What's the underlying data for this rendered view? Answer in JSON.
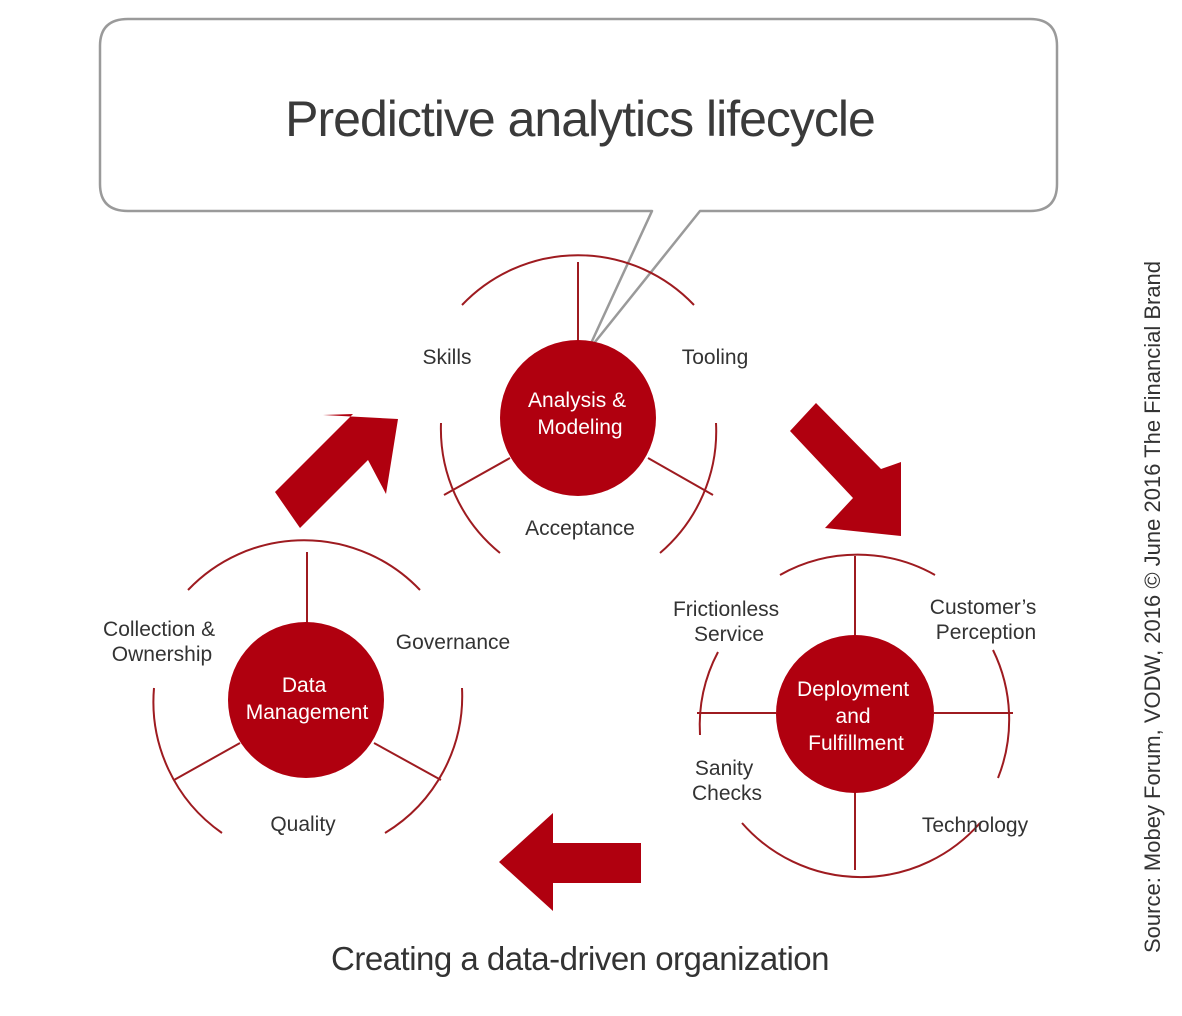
{
  "title": "Predictive analytics lifecycle",
  "subtitle": "Creating a data-driven organization",
  "source": "Source: Mobey Forum, VODW, 2016 © June 2016 The Financial Brand",
  "colors": {
    "accent": "#b0000f",
    "arc": "#9e1b20",
    "text": "#333333",
    "bubble_border": "#999999"
  },
  "stages": {
    "analysis": {
      "label_lines": [
        "Analysis &",
        "Modeling"
      ],
      "items": {
        "skills": [
          "Skills"
        ],
        "tooling": [
          "Tooling"
        ],
        "acceptance": [
          "Acceptance"
        ]
      }
    },
    "data": {
      "label_lines": [
        "Data",
        "Management"
      ],
      "items": {
        "collection": [
          "Collection &",
          "Ownership"
        ],
        "governance": [
          "Governance"
        ],
        "quality": [
          "Quality"
        ]
      }
    },
    "deploy": {
      "label_lines": [
        "Deployment",
        "and",
        "Fulfillment"
      ],
      "items": {
        "frictionless": [
          "Frictionless",
          "Service"
        ],
        "perception": [
          "Customer’s",
          "Perception"
        ],
        "sanity": [
          "Sanity",
          "Checks"
        ],
        "technology": [
          "Technology"
        ]
      }
    }
  }
}
